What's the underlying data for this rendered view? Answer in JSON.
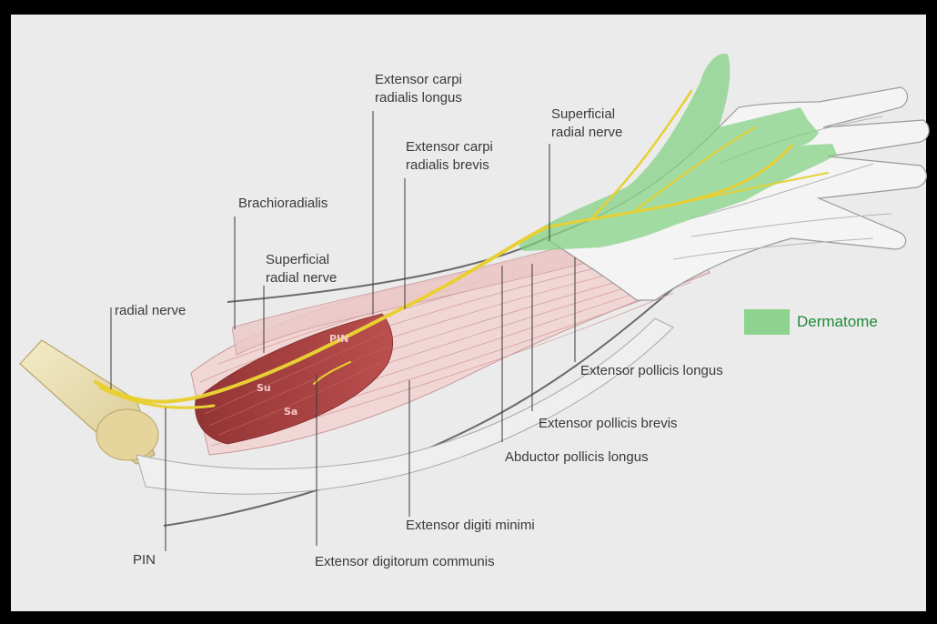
{
  "labels": {
    "ecrl": "Extensor carpi\nradialis longus",
    "ecrb": "Extensor carpi\nradialis brevis",
    "srn_top": "Superficial\nradial nerve",
    "brachioradialis": "Brachioradialis",
    "srn_mid": "Superficial\nradial nerve",
    "radial_nerve": "radial nerve",
    "epl": "Extensor pollicis longus",
    "epb": "Extensor pollicis brevis",
    "apl": "Abductor pollicis longus",
    "edm": "Extensor digiti minimi",
    "edc": "Extensor digitorum communis",
    "pin": "PIN",
    "pin_muscle": "PIN",
    "sup_1": "Su",
    "sup_2": "Sa"
  },
  "legend": {
    "label": "Dermatome",
    "color": "#7ed07e"
  }
}
